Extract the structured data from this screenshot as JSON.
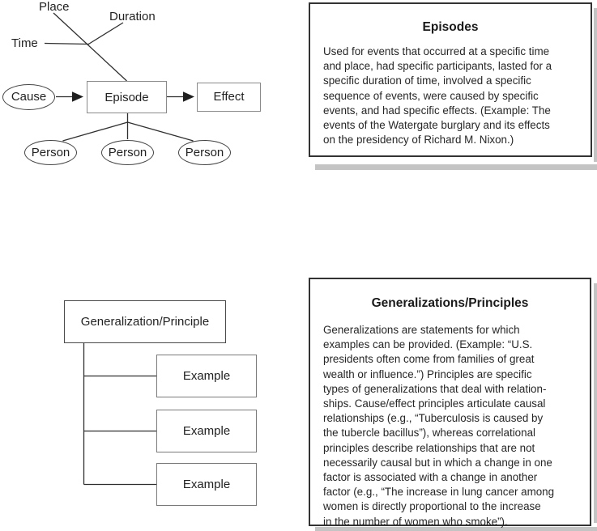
{
  "episode_diagram": {
    "place_label": "Place",
    "duration_label": "Duration",
    "time_label": "Time",
    "cause_label": "Cause",
    "episode_label": "Episode",
    "effect_label": "Effect",
    "person_labels": [
      "Person",
      "Person",
      "Person"
    ]
  },
  "episodes_box": {
    "title": "Episodes",
    "body": "Used for events that occurred at a specific time\nand place, had specific participants, lasted for a\nspecific duration of time, involved a specific\nsequence of events, were caused by specific\nevents, and had specific effects. (Example: The\nevents of the Watergate burglary and its effects\non the presidency of Richard M. Nixon.)"
  },
  "generalization_diagram": {
    "root_label": "Generalization/Principle",
    "example_labels": [
      "Example",
      "Example",
      "Example"
    ]
  },
  "generalizations_box": {
    "title": "Generalizations/Principles",
    "body": "Generalizations are statements for which\nexamples can be provided. (Example: “U.S.\npresidents often come from families of great\nwealth or influence.”) Principles are specific\ntypes of generalizations that deal with relation-\nships. Cause/effect principles articulate causal\nrelationships (e.g., “Tuberculosis is caused by\nthe tubercle bacillus”), whereas correlational\nprinciples describe relationships that are not\nnecessarily causal but in which a change in one\nfactor is associated with a change in another\nfactor (e.g., “The increase in lung cancer among\nwomen is directly proportional to the increase\nin the number of women who smoke”)."
  },
  "colors": {
    "connector_line": "#2f2f2f",
    "node_border": "#8a8a8a",
    "ellipse_border": "#444444",
    "textbox_border": "#333333",
    "drop_shadow": "#c4c4c4",
    "text": "#222222"
  }
}
